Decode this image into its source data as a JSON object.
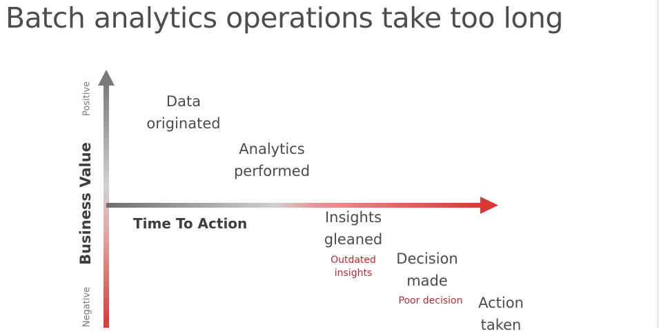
{
  "title": "Batch analytics operations take too long",
  "axes": {
    "y_label": "Business Value",
    "y_top": "Positive",
    "y_bottom": "Negative",
    "x_label": "Time To Action",
    "colors": {
      "gray": "#7a7a7a",
      "red": "#d63a36"
    }
  },
  "stages": [
    {
      "line1": "Data",
      "line2": "originated"
    },
    {
      "line1": "Analytics",
      "line2": "performed"
    },
    {
      "line1": "Insights",
      "line2": "gleaned"
    },
    {
      "line1": "Decision",
      "line2": "made"
    },
    {
      "line1": "Action",
      "line2": "taken"
    }
  ],
  "notes": {
    "insights_line1": "Outdated",
    "insights_line2": "insights",
    "decision": "Poor decision"
  }
}
